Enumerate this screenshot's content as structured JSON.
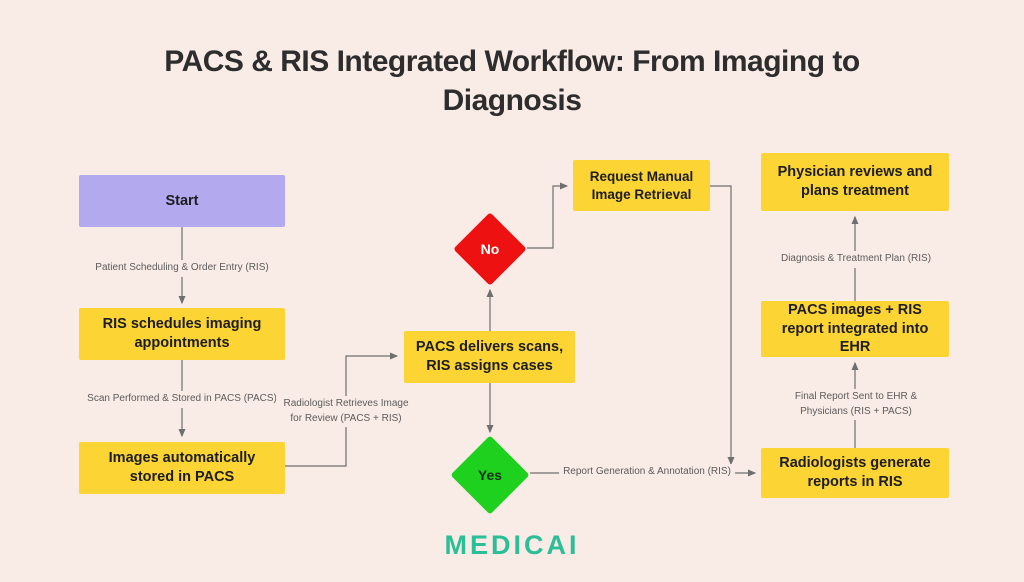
{
  "title": "PACS & RIS Integrated Workflow: From Imaging to Diagnosis",
  "nodes": {
    "start": "Start",
    "ris_schedules": "RIS schedules imaging appointments",
    "images_stored": "Images automatically stored in PACS",
    "pacs_delivers": "PACS delivers scans, RIS assigns cases",
    "request_manual": "Request Manual Image Retrieval",
    "physician_reviews": "Physician reviews and plans treatment",
    "pacs_ehr": "PACS images + RIS report integrated into EHR",
    "radiologists_reports": "Radiologists generate reports in RIS",
    "decision_no": "No",
    "decision_yes": "Yes"
  },
  "edge_labels": {
    "patient_scheduling": "Patient Scheduling & Order Entry (RIS)",
    "scan_performed": "Scan Performed & Stored in PACS (PACS)",
    "radiologist_retrieves": "Radiologist Retrieves Image for Review (PACS + RIS)",
    "diagnosis_plan": "Diagnosis & Treatment Plan (RIS)",
    "final_report": "Final Report Sent to EHR & Physicians (RIS + PACS)",
    "report_generation": "Report Generation & Annotation (RIS)"
  },
  "brand": {
    "logo_text": "MEDICAI"
  },
  "colors": {
    "background": "#f9ebe5",
    "node_yellow": "#fcd433",
    "node_purple": "#b3a9ee",
    "decision_red": "#ee1111",
    "decision_green": "#1fd11f",
    "brand_teal": "#2abf96",
    "connector_gray": "#6f6f6f"
  }
}
